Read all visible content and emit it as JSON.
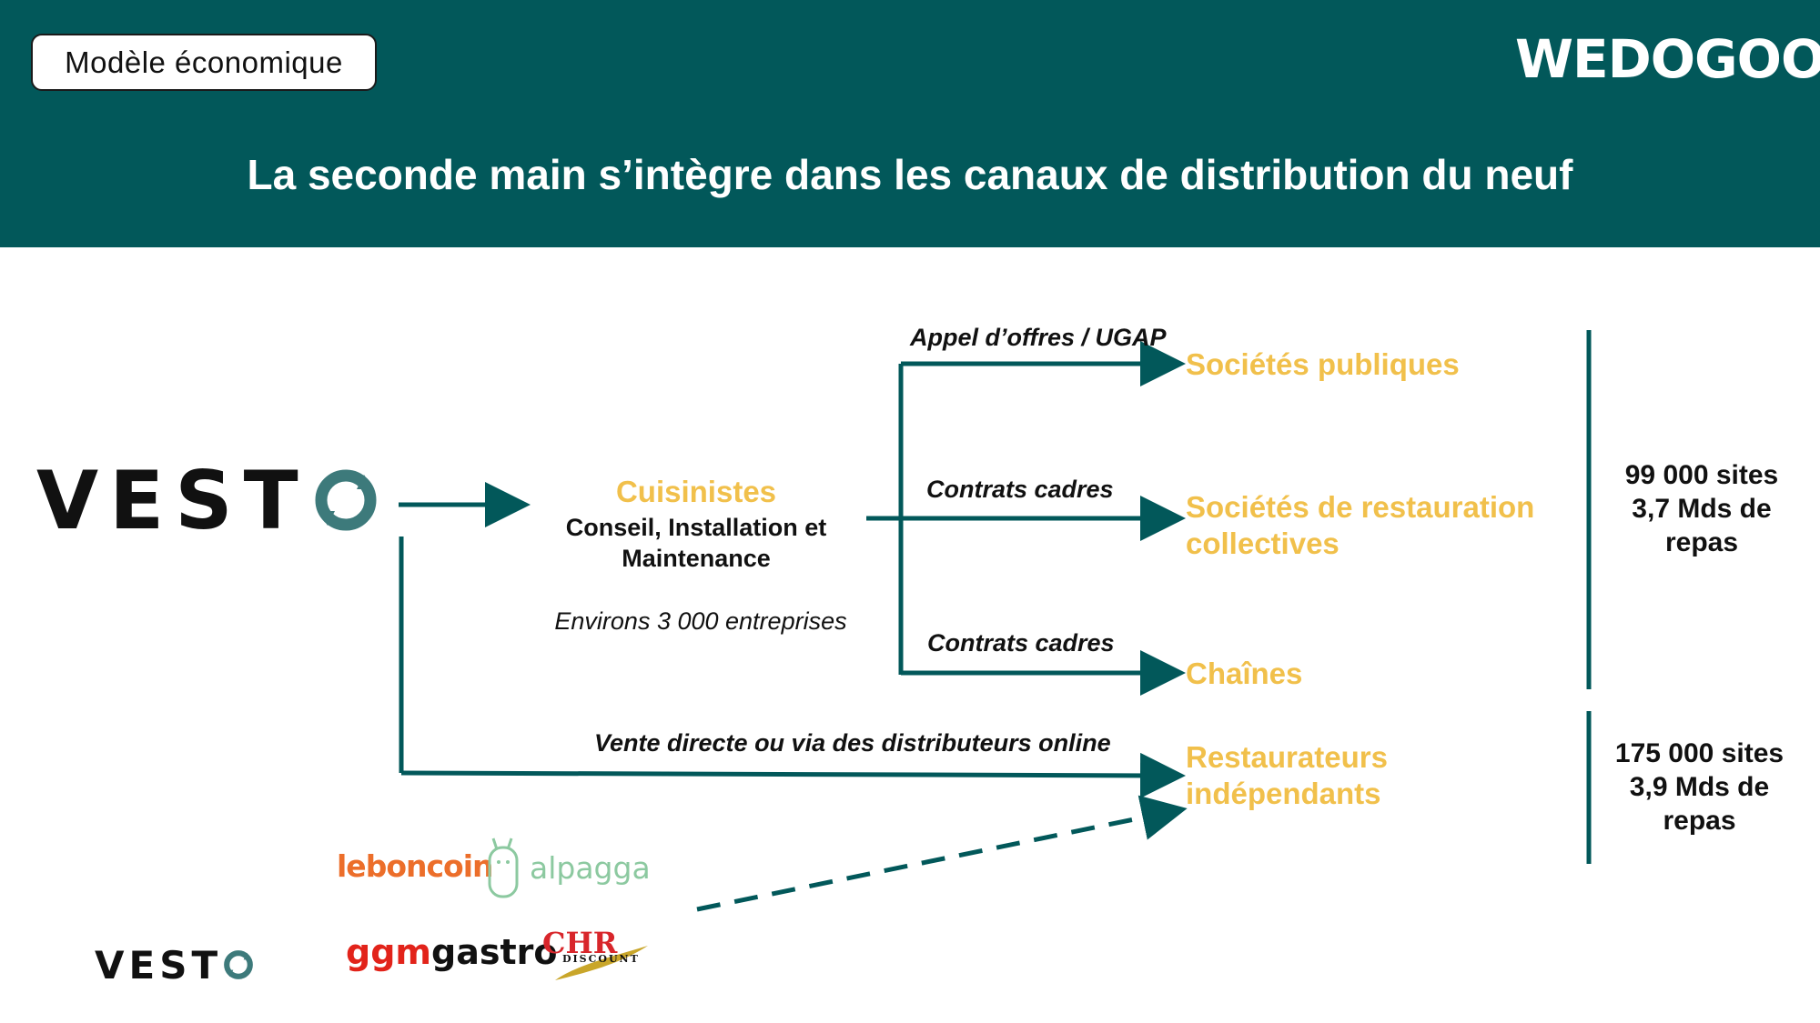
{
  "header": {
    "section_tag": "Modèle économique",
    "brand_name": "WEDOGOOD",
    "title": "La seconde main s’intègre dans les canaux de distribution du neuf"
  },
  "source": {
    "logo_text": "VEST",
    "small_logo_text": "VEST"
  },
  "intermediary": {
    "name": "Cuisinistes",
    "services": "Conseil, Installation et Maintenance",
    "count": "Environs 3 000 entreprises"
  },
  "channels": [
    {
      "label": "Appel d’offres / UGAP",
      "target": "Sociétés publiques"
    },
    {
      "label": "Contrats cadres",
      "target": "Sociétés de restauration collectives"
    },
    {
      "label": "Contrats cadres",
      "target": "Chaînes"
    },
    {
      "label": "Vente directe ou via des distributeurs online",
      "target": "Restaurateurs indépendants"
    }
  ],
  "stats": [
    {
      "line1": "99 000 sites",
      "line2": "3,7 Mds de",
      "line3": "repas"
    },
    {
      "line1": "175 000 sites",
      "line2": "3,9 Mds de",
      "line3": "repas"
    }
  ],
  "platforms": {
    "leboncoin": "leboncoin",
    "alpagga": "alpagga",
    "ggmgastro_ggm": "ggm",
    "ggmgastro_gastro": "gastro",
    "chr": "CHR",
    "chr_sub": "DISCOUNT"
  },
  "colors": {
    "teal": "#02585a",
    "accent_yellow": "#f1c04b",
    "leboncoin_orange": "#ec6e2a",
    "alpagga_green": "#8cc9a0",
    "ggm_red": "#e2231a",
    "chr_red": "#d8262b"
  }
}
